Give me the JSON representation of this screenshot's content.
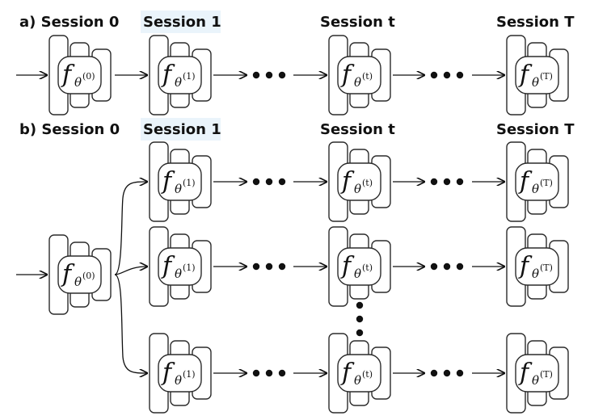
{
  "panel_a": {
    "label": "a) Session 0",
    "sessions": [
      "Session 1",
      "Session t",
      "Session T"
    ],
    "highlighted_session": "Session 1",
    "models": [
      {
        "symbol": "f",
        "param": "θ",
        "index": "(0)"
      },
      {
        "symbol": "f",
        "param": "θ",
        "index": "(1)"
      },
      {
        "symbol": "f",
        "param": "θ",
        "index": "(t)"
      },
      {
        "symbol": "f",
        "param": "θ",
        "index": "(T)"
      }
    ]
  },
  "panel_b": {
    "label": "b) Session 0",
    "sessions": [
      "Session 1",
      "Session t",
      "Session T"
    ],
    "highlighted_session": "Session 1",
    "source_model": {
      "symbol": "f",
      "param": "θ",
      "index": "(0)"
    },
    "branches": [
      {
        "models": [
          {
            "symbol": "f",
            "param": "θ",
            "index": "(1)"
          },
          {
            "symbol": "f",
            "param": "θ",
            "index": "(t)"
          },
          {
            "symbol": "f",
            "param": "θ",
            "index": "(T)"
          }
        ]
      },
      {
        "models": [
          {
            "symbol": "f",
            "param": "θ",
            "index": "(1)"
          },
          {
            "symbol": "f",
            "param": "θ",
            "index": "(t)"
          },
          {
            "symbol": "f",
            "param": "θ",
            "index": "(T)"
          }
        ]
      },
      {
        "models": [
          {
            "symbol": "f",
            "param": "θ",
            "index": "(1)"
          },
          {
            "symbol": "f",
            "param": "θ",
            "index": "(t)"
          },
          {
            "symbol": "f",
            "param": "θ",
            "index": "(T)"
          }
        ]
      }
    ]
  },
  "colors": {
    "highlight": "#eaf4fb",
    "stroke": "#2b2b2b",
    "text": "#111111"
  }
}
